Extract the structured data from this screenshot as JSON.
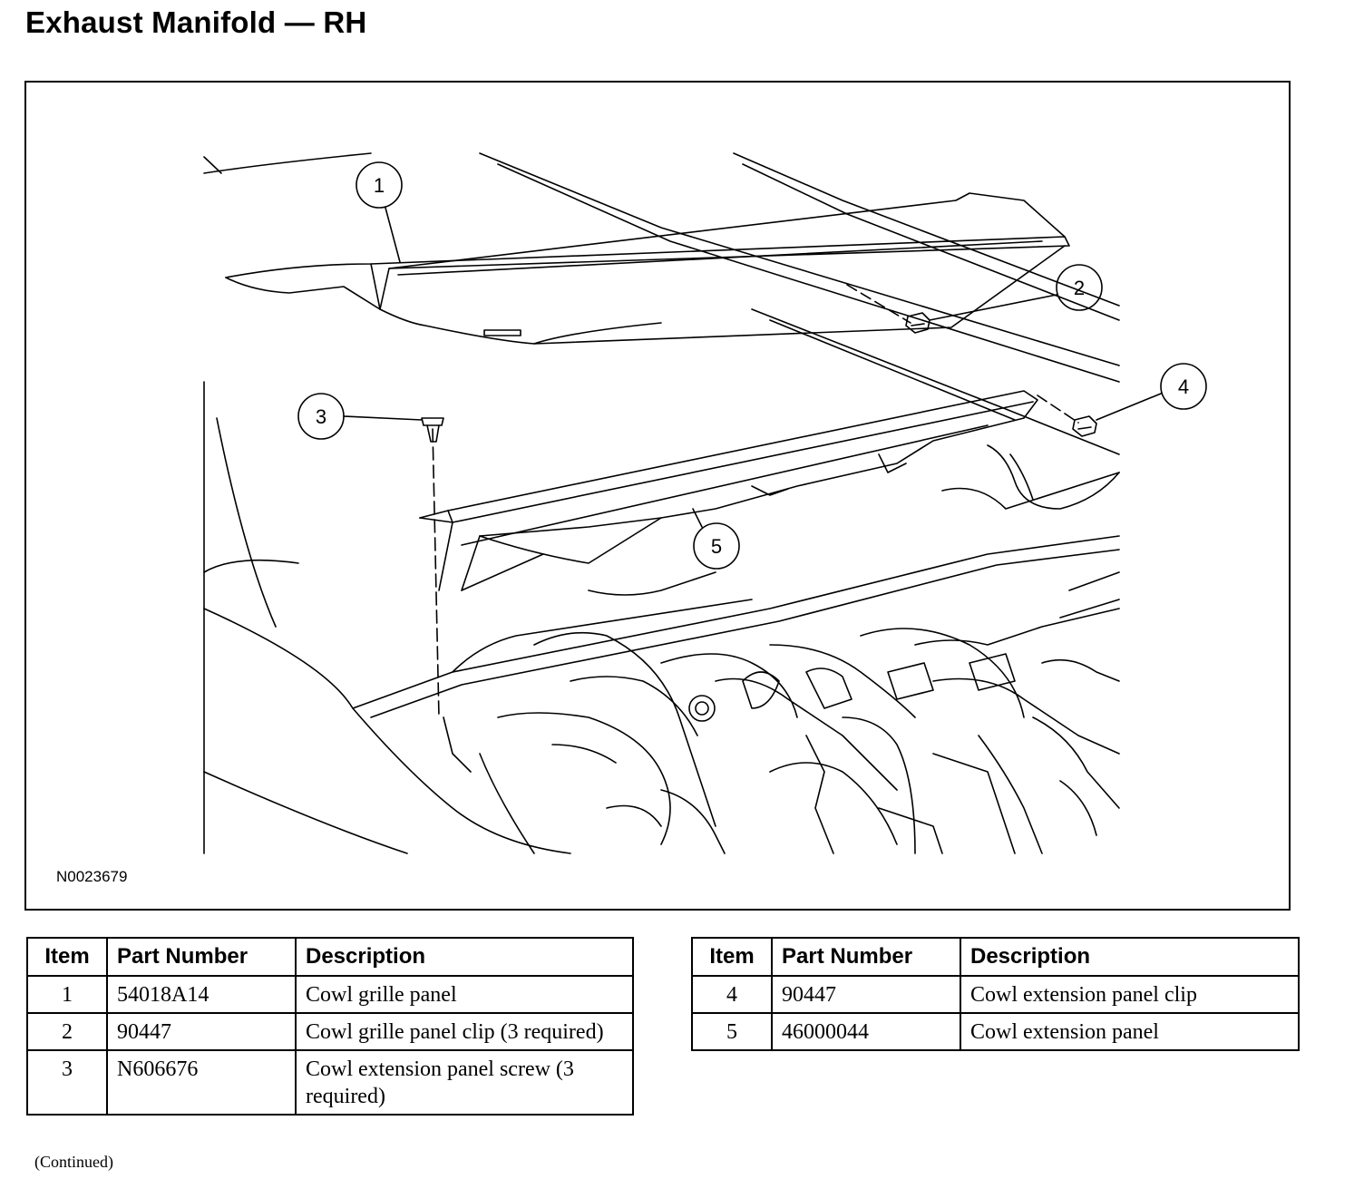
{
  "page": {
    "title": "Exhaust Manifold — RH",
    "continued": "(Continued)"
  },
  "figure": {
    "id": "N0023679",
    "callouts": [
      "1",
      "2",
      "3",
      "4",
      "5"
    ]
  },
  "table_headers": {
    "item": "Item",
    "part_number": "Part Number",
    "description": "Description"
  },
  "parts_left": [
    {
      "item": "1",
      "part_number": "54018A14",
      "description": "Cowl grille panel"
    },
    {
      "item": "2",
      "part_number": "90447",
      "description": "Cowl grille panel clip (3 required)"
    },
    {
      "item": "3",
      "part_number": "N606676",
      "description": "Cowl extension panel screw (3 required)"
    }
  ],
  "parts_right": [
    {
      "item": "4",
      "part_number": "90447",
      "description": "Cowl extension panel clip"
    },
    {
      "item": "5",
      "part_number": "46000044",
      "description": "Cowl extension panel"
    }
  ]
}
